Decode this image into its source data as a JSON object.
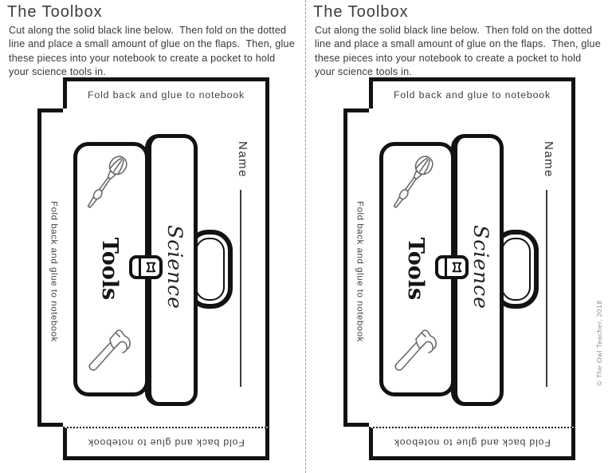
{
  "page": {
    "title": "The Toolbox",
    "instructions": "Cut along the solid black line below.  Then fold on the dotted\nline and place a small amount of glue on the flaps.  Then, glue\nthese pieces into your notebook to create a pocket to hold\nyour science tools in.",
    "flap_label": "Fold back and glue to notebook",
    "name_label": "Name",
    "toolbox": {
      "lid_text": "Science",
      "body_text": "Tools"
    },
    "credit": "© The Owl Teacher, 2018",
    "colors": {
      "ink": "#121212",
      "body_text": "#373737",
      "tool_outline": "#6b6b6b",
      "divider": "#9f9f9f"
    }
  }
}
